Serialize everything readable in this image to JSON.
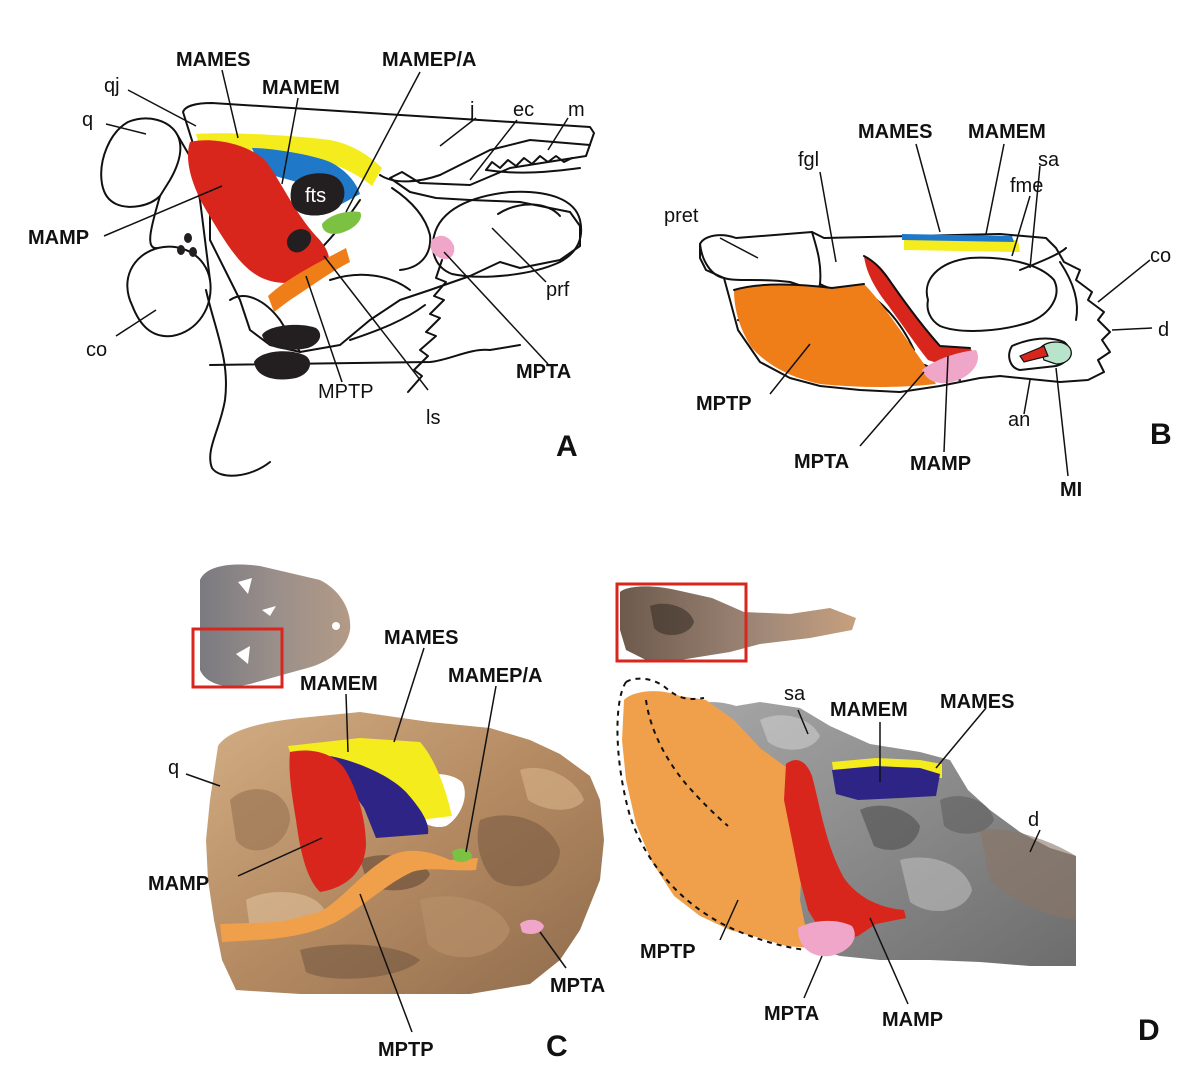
{
  "panels": {
    "a": {
      "letter": "A",
      "labels": {
        "qj": "qj",
        "q": "q",
        "mames": "MAMES",
        "mamem": "MAMEM",
        "mamep": "MAMEP/A",
        "j": "j",
        "ec": "ec",
        "m": "m",
        "mamp": "MAMP",
        "fts": "fts",
        "co": "co",
        "prf": "prf",
        "mpta": "MPTA",
        "mptp": "MPTP",
        "ls": "ls"
      }
    },
    "b": {
      "letter": "B",
      "labels": {
        "mames": "MAMES",
        "mamem": "MAMEM",
        "fgl": "fgl",
        "fme": "fme",
        "sa": "sa",
        "pret": "pret",
        "co": "co",
        "d": "d",
        "mptp": "MPTP",
        "an": "an",
        "mpta": "MPTA",
        "mamp": "MAMP",
        "mi": "MI"
      }
    },
    "c": {
      "letter": "C",
      "labels": {
        "mames": "MAMES",
        "mamem": "MAMEM",
        "mamep": "MAMEP/A",
        "q": "q",
        "mamp": "MAMP",
        "mpta": "MPTA",
        "mptp": "MPTP"
      }
    },
    "d": {
      "letter": "D",
      "labels": {
        "sa": "sa",
        "mamem": "MAMEM",
        "mames": "MAMES",
        "d": "d",
        "mptp": "MPTP",
        "mpta": "MPTA",
        "mamp": "MAMP"
      }
    }
  },
  "colors": {
    "mames": "#f5ec1e",
    "mamem_sketch": "#1f78c8",
    "mamem_photo": "#2e2485",
    "mamep": "#7cc242",
    "mamp": "#d9261c",
    "mptp_sketch": "#ef7d18",
    "mptp_photo": "#f0a04b",
    "mpta": "#f0a6c8",
    "mi": "#b9e4cc",
    "fenestra": "#231f20",
    "inset_frame": "#d9261c",
    "bone_light": "#c9a27a",
    "bone_dark": "#8a6a4f",
    "matrix_grey": "#8f8f8f"
  }
}
